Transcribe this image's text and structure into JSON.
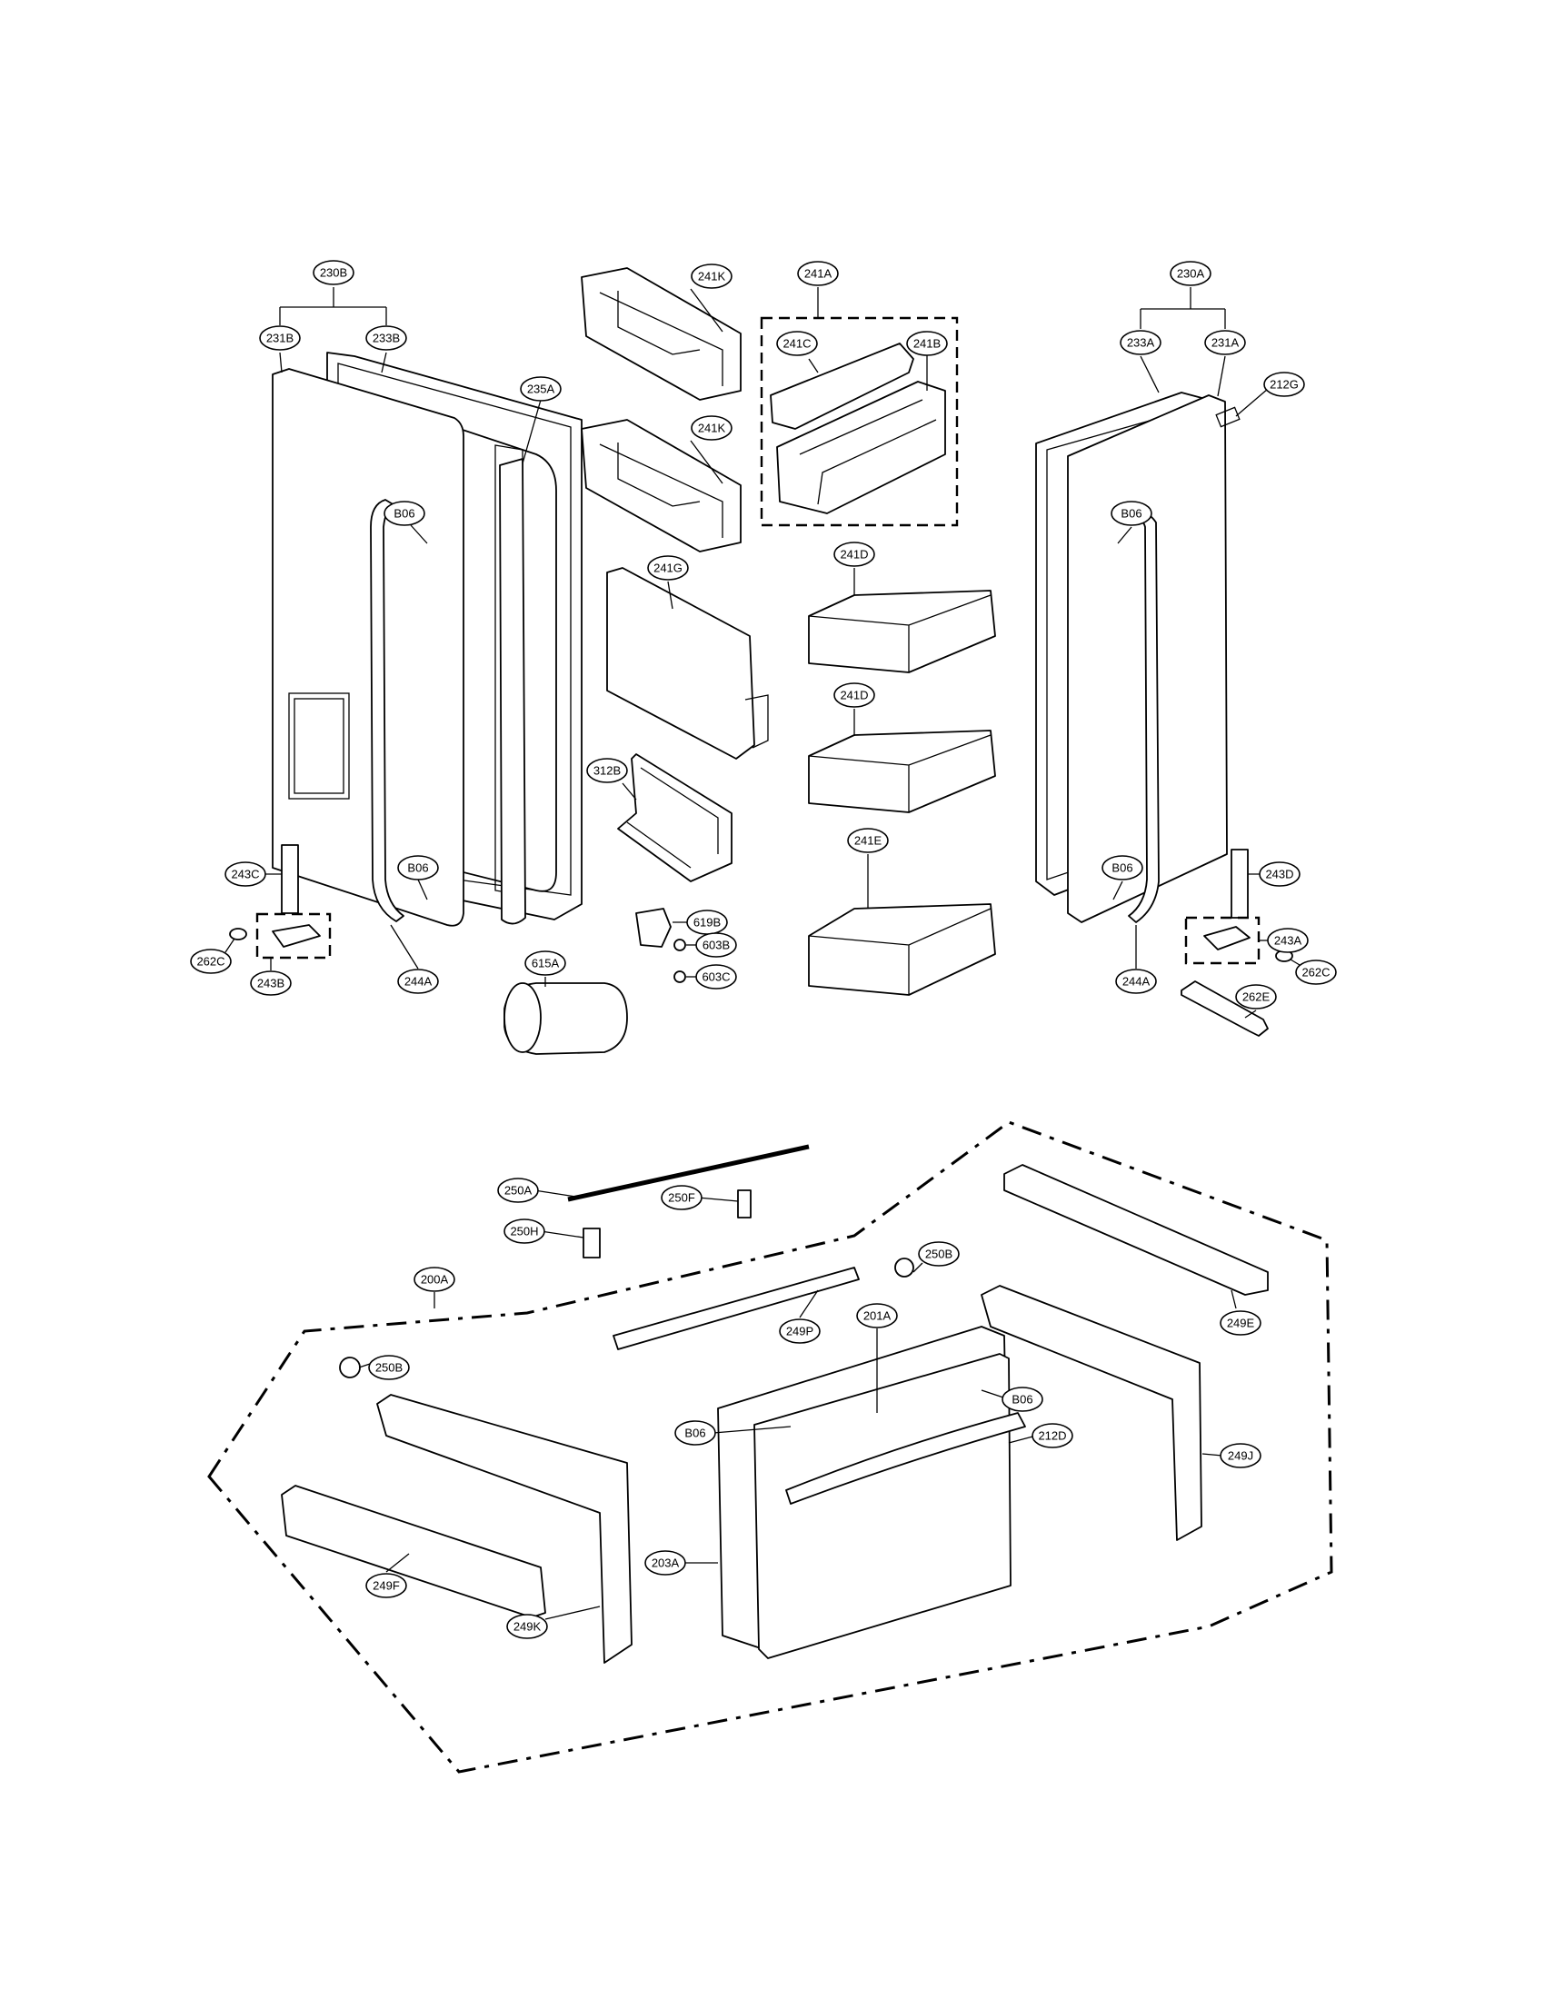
{
  "labels": {
    "l230B": "230B",
    "l231B": "231B",
    "l233B": "233B",
    "l235A": "235A",
    "l241K_a": "241K",
    "l241K_b": "241K",
    "l241A": "241A",
    "l241C": "241C",
    "l241B": "241B",
    "l230A": "230A",
    "l233A": "233A",
    "l231A": "231A",
    "l212G": "212G",
    "l241G": "241G",
    "l241D_a": "241D",
    "l241D_b": "241D",
    "l241E": "241E",
    "l312B": "312B",
    "lB06_a": "B06",
    "lB06_b": "B06",
    "lB06_c": "B06",
    "lB06_d": "B06",
    "l243C": "243C",
    "l262C_a": "262C",
    "l243B": "243B",
    "l244A_a": "244A",
    "l619B": "619B",
    "l603B": "603B",
    "l603C": "603C",
    "l615A": "615A",
    "l243D": "243D",
    "l243A": "243A",
    "l244A_b": "244A",
    "l262E": "262E",
    "l262C_b": "262C",
    "l250A": "250A",
    "l250F": "250F",
    "l250H": "250H",
    "l250B_a": "250B",
    "l249E": "249E",
    "l200A": "200A",
    "l249P": "249P",
    "l201A": "201A",
    "l250B_b": "250B",
    "lB06_e": "B06",
    "lB06_f": "B06",
    "l212D": "212D",
    "l249J": "249J",
    "l203A": "203A",
    "l249F": "249F",
    "l249K": "249K"
  }
}
